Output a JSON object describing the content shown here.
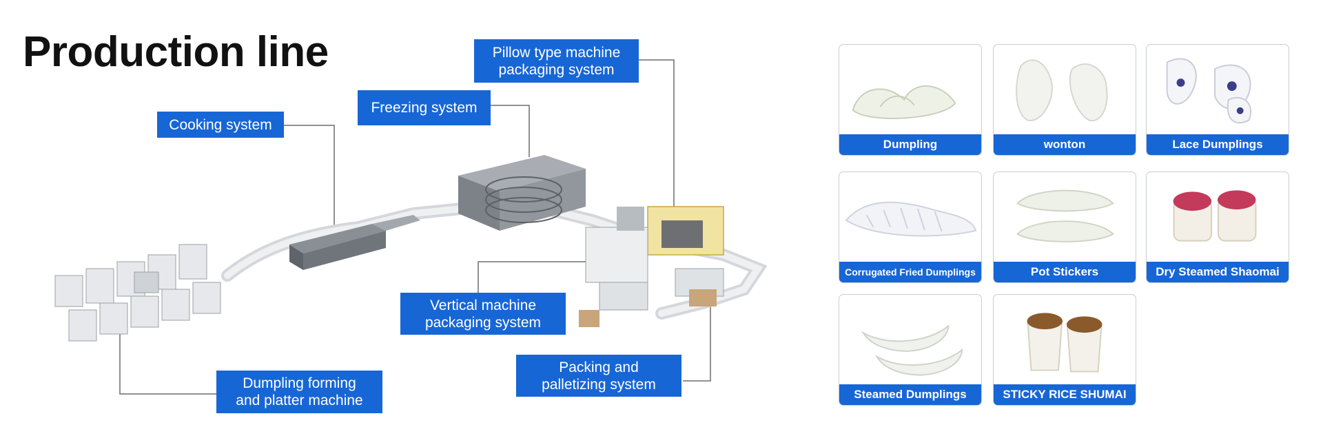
{
  "title": "Production line",
  "labels": {
    "cooking": [
      "Cooking system"
    ],
    "freezing": [
      "Freezing system"
    ],
    "pillow": [
      "Pillow type machine",
      "packaging system"
    ],
    "vertical": [
      "Vertical machine",
      "packaging system"
    ],
    "packing": [
      "Packing and",
      "palletizing system"
    ],
    "forming": [
      "Dumpling forming",
      "and platter machine"
    ]
  },
  "products": [
    {
      "name": "Dumpling",
      "icon": "dumpling-icon"
    },
    {
      "name": "wonton",
      "icon": "wonton-icon"
    },
    {
      "name": "Lace Dumplings",
      "icon": "lace-dumpling-icon"
    },
    {
      "name": "Corrugated Fried Dumplings",
      "icon": "fried-dumpling-icon"
    },
    {
      "name": "Pot Stickers",
      "icon": "pot-sticker-icon"
    },
    {
      "name": "Dry Steamed Shaomai",
      "icon": "shaomai-icon"
    },
    {
      "name": "Steamed Dumplings",
      "icon": "steamed-dumpling-icon"
    },
    {
      "name": "STICKY RICE SHUMAI",
      "icon": "sticky-rice-shumai-icon"
    }
  ],
  "colors": {
    "label_bg": "#1766d6",
    "line": "#6b6b6b"
  }
}
